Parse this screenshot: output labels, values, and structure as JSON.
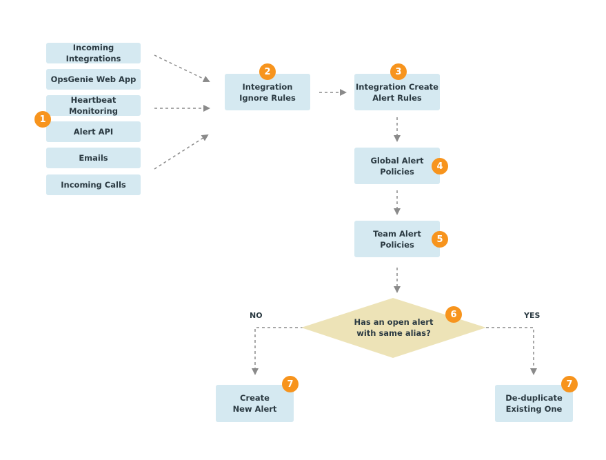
{
  "sources": [
    "Incoming Integrations",
    "OpsGenie Web App",
    "Heartbeat Monitoring",
    "Alert API",
    "Emails",
    "Incoming Calls"
  ],
  "steps": {
    "ignore_rules": "Integration\nIgnore Rules",
    "create_rules": "Integration Create\nAlert Rules",
    "global_policies": "Global Alert\nPolicies",
    "team_policies": "Team Alert\nPolicies",
    "decision": "Has an open alert\nwith same alias?",
    "create_new": "Create\nNew Alert",
    "dedupe": "De-duplicate\nExisting One"
  },
  "branches": {
    "no": "NO",
    "yes": "YES"
  },
  "badges": {
    "sources": "1",
    "ignore_rules": "2",
    "create_rules": "3",
    "global_policies": "4",
    "team_policies": "5",
    "decision": "6",
    "create_new": "7",
    "dedupe": "7"
  },
  "colors": {
    "box": "#d5e9f1",
    "diamond": "#ede3b7",
    "badge": "#f7941d",
    "arrow": "#8a8a8a"
  }
}
